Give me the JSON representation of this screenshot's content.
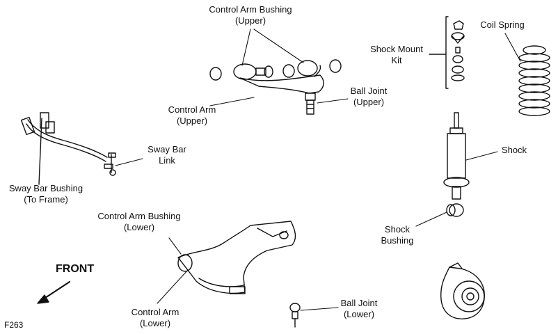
{
  "labels": {
    "cab_upper": [
      "Control Arm Bushing",
      "(Upper)"
    ],
    "coil_spring": [
      "Coil Spring"
    ],
    "shock_mount_kit": [
      "Shock Mount",
      "Kit"
    ],
    "ball_joint_upper": [
      "Ball Joint",
      "(Upper)"
    ],
    "control_arm_upper": [
      "Control Arm",
      "(Upper)"
    ],
    "sway_bar_link": [
      "Sway Bar",
      "Link"
    ],
    "shock": [
      "Shock"
    ],
    "sway_bar_bushing": [
      "Sway Bar Bushing",
      "(To Frame)"
    ],
    "cab_lower": [
      "Control Arm Bushing",
      "(Lower)"
    ],
    "shock_bushing": [
      "Shock",
      "Bushing"
    ],
    "control_arm_lower": [
      "Control Arm",
      "(Lower)"
    ],
    "ball_joint_lower": [
      "Ball Joint",
      "(Lower)"
    ]
  },
  "front_label": "FRONT",
  "figure_code": "F263"
}
